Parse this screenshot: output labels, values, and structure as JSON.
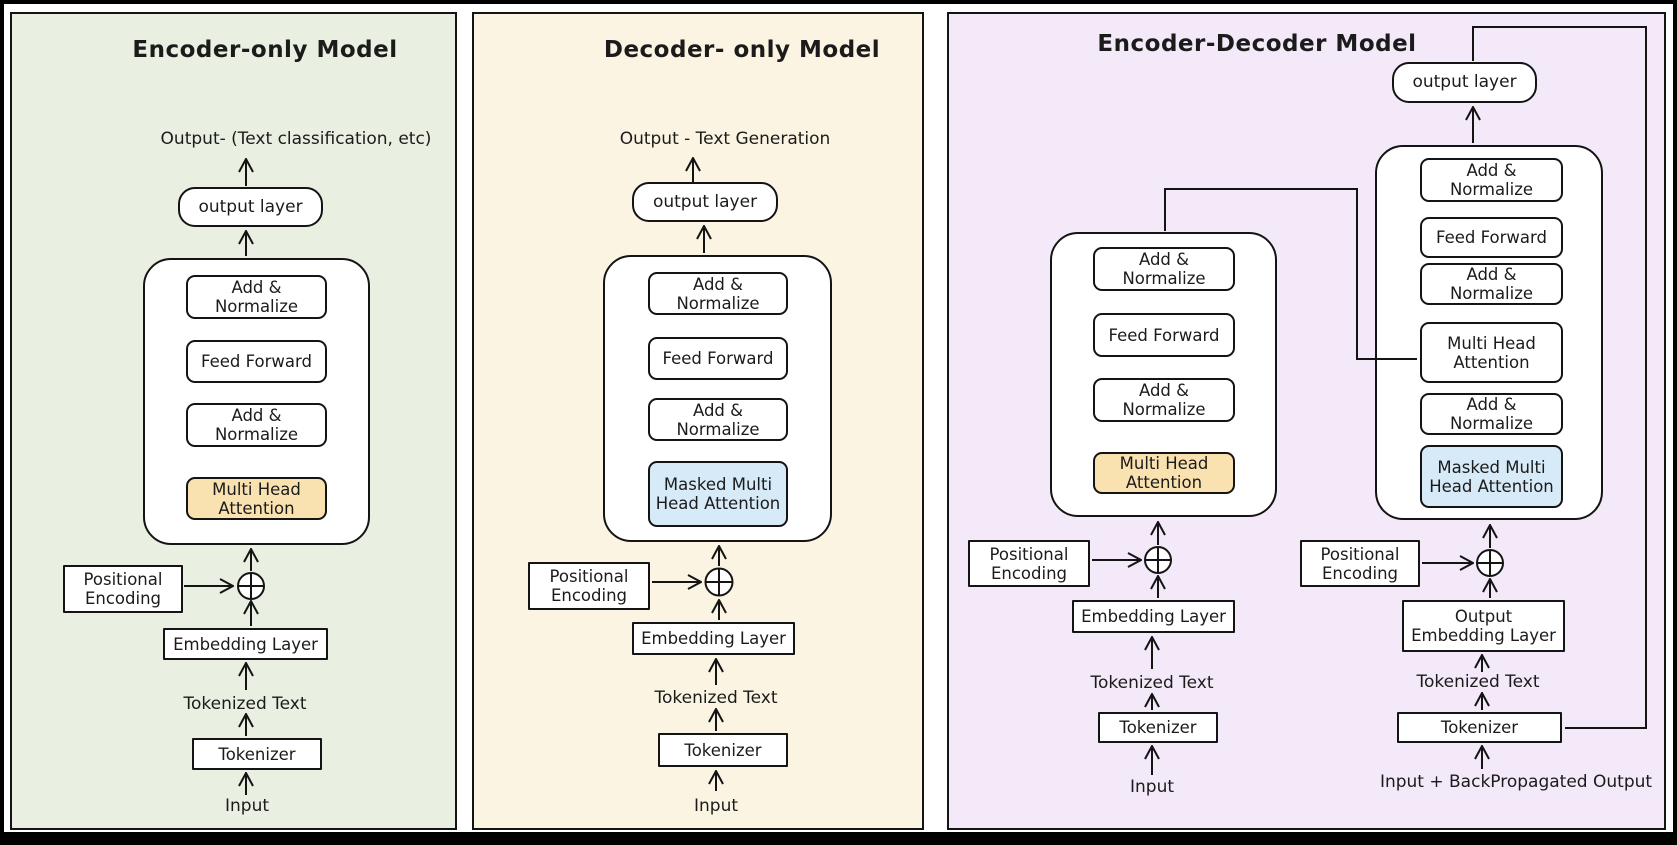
{
  "colors": {
    "encoder_only_panel_bg": "#e9efe1",
    "decoder_only_panel_bg": "#fbf4e2",
    "encoder_decoder_panel_bg": "#f3e9f8",
    "multi_head_attention_fill": "#f9e2b0",
    "masked_attention_fill": "#d6eaf8",
    "box_fill": "#ffffff",
    "line_color": "#141414"
  },
  "panels": [
    {
      "title": "Encoder-only Model",
      "output_caption": "Output- (Text classification, etc)",
      "output_layer_label": "output layer",
      "stack": [
        "Add &\nNormalize",
        "Feed Forward",
        "Add &\nNormalize",
        "Multi Head\nAttention"
      ],
      "positional_encoding_label": "Positional\nEncoding",
      "embedding_layer_label": "Embedding Layer",
      "tokenized_text_label": "Tokenized Text",
      "tokenizer_label": "Tokenizer",
      "input_label": "Input"
    },
    {
      "title": "Decoder- only Model",
      "output_caption": "Output - Text Generation",
      "output_layer_label": "output layer",
      "stack": [
        "Add &\nNormalize",
        "Feed Forward",
        "Add &\nNormalize",
        "Masked Multi\nHead Attention"
      ],
      "positional_encoding_label": "Positional\nEncoding",
      "embedding_layer_label": "Embedding Layer",
      "tokenized_text_label": "Tokenized Text",
      "tokenizer_label": "Tokenizer",
      "input_label": "Input"
    },
    {
      "title": "Encoder-Decoder Model",
      "output_layer_label": "output layer",
      "encoder_stack": [
        "Add &\nNormalize",
        "Feed Forward",
        "Add &\nNormalize",
        "Multi Head\nAttention"
      ],
      "decoder_stack": [
        "Add &\nNormalize",
        "Feed Forward",
        "Add &\nNormalize",
        "Multi Head\nAttention",
        "Add &\nNormalize",
        "Masked Multi\nHead Attention"
      ],
      "encoder": {
        "positional_encoding_label": "Positional\nEncoding",
        "embedding_layer_label": "Embedding Layer",
        "tokenized_text_label": "Tokenized Text",
        "tokenizer_label": "Tokenizer",
        "input_label": "Input"
      },
      "decoder": {
        "positional_encoding_label": "Positional\nEncoding",
        "embedding_layer_label": "Output\nEmbedding Layer",
        "tokenized_text_label": "Tokenized Text",
        "tokenizer_label": "Tokenizer",
        "input_label": "Input + BackPropagated Output"
      }
    }
  ]
}
